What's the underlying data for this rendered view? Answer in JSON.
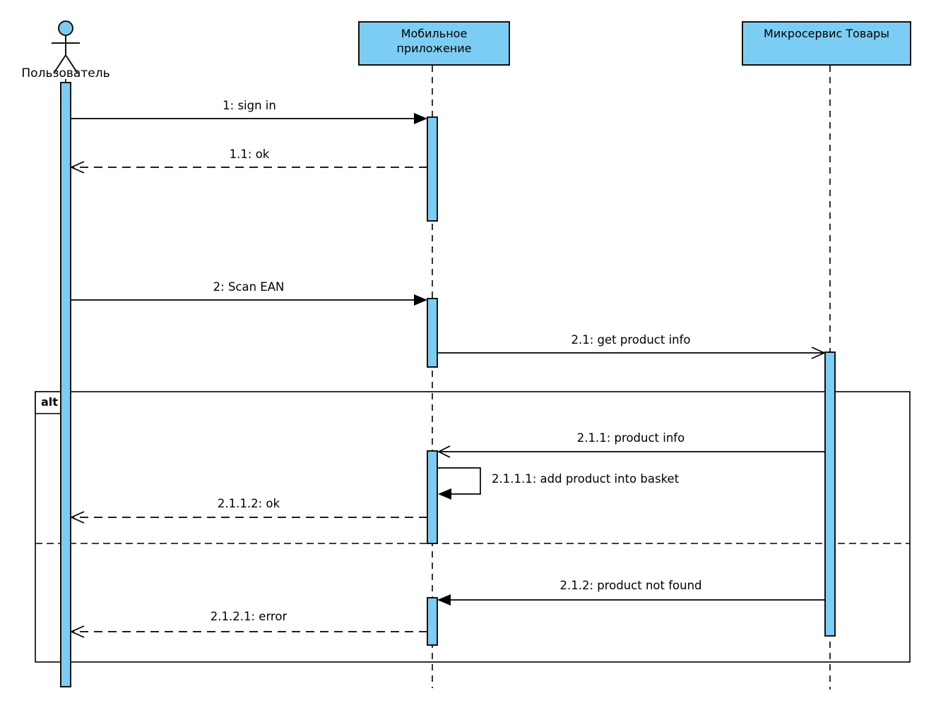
{
  "diagram": {
    "kind": "uml-sequence-diagram",
    "colors": {
      "shape_fill": "#7CCDF3",
      "stroke": "#000000",
      "background": "#FFFFFF"
    },
    "participants": [
      {
        "id": "user",
        "type": "actor",
        "label": "Пользователь"
      },
      {
        "id": "mobile-app",
        "type": "object",
        "label": "Мобильное\nприложение"
      },
      {
        "id": "products-service",
        "type": "object",
        "label": "Микросервис Товары"
      }
    ],
    "fragment": {
      "operator": "alt",
      "branches": 2
    },
    "messages": [
      {
        "id": "m1",
        "label": "1: sign in",
        "from": "user",
        "to": "mobile-app",
        "line": "solid",
        "arrowhead": "filled"
      },
      {
        "id": "m2",
        "label": "1.1: ok",
        "from": "mobile-app",
        "to": "user",
        "line": "dashed",
        "arrowhead": "open"
      },
      {
        "id": "m3",
        "label": "2: Scan EAN",
        "from": "user",
        "to": "mobile-app",
        "line": "solid",
        "arrowhead": "filled"
      },
      {
        "id": "m4",
        "label": "2.1: get product info",
        "from": "mobile-app",
        "to": "products-service",
        "line": "solid",
        "arrowhead": "open"
      },
      {
        "id": "m5",
        "label": "2.1.1: product info",
        "from": "products-service",
        "to": "mobile-app",
        "line": "solid",
        "arrowhead": "open"
      },
      {
        "id": "m6",
        "label": "2.1.1.1: add product into basket",
        "from": "mobile-app",
        "to": "mobile-app",
        "line": "solid",
        "arrowhead": "filled"
      },
      {
        "id": "m7",
        "label": "2.1.1.2: ok",
        "from": "mobile-app",
        "to": "user",
        "line": "dashed",
        "arrowhead": "open"
      },
      {
        "id": "m8",
        "label": "2.1.2: product not found",
        "from": "products-service",
        "to": "mobile-app",
        "line": "solid",
        "arrowhead": "filled"
      },
      {
        "id": "m9",
        "label": "2.1.2.1: error",
        "from": "mobile-app",
        "to": "user",
        "line": "dashed",
        "arrowhead": "open"
      }
    ]
  }
}
